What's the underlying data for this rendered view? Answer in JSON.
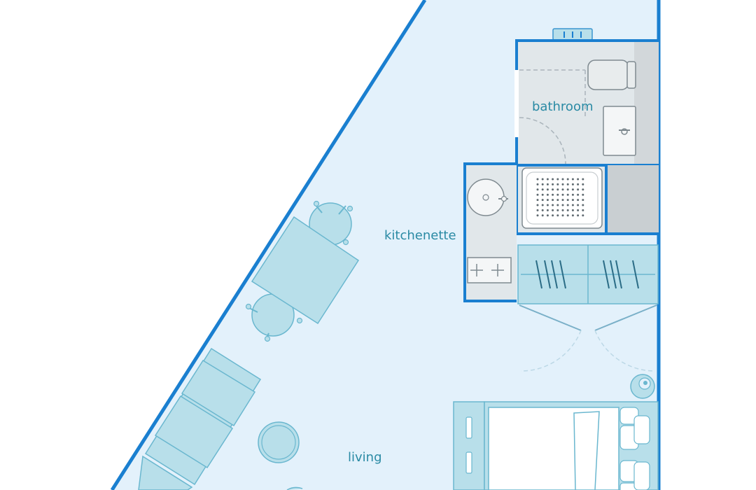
{
  "rooms": {
    "bathroom": "bathroom",
    "kitchenette": "kitchenette",
    "living": "living"
  },
  "colors": {
    "floor": "#e3f1fb",
    "wall": "#1a7fd0",
    "wet_area": "#e1e7ea",
    "furniture_fill": "#b8dfea",
    "furniture_stroke": "#6ab7cf",
    "label": "#2a8aa4"
  }
}
